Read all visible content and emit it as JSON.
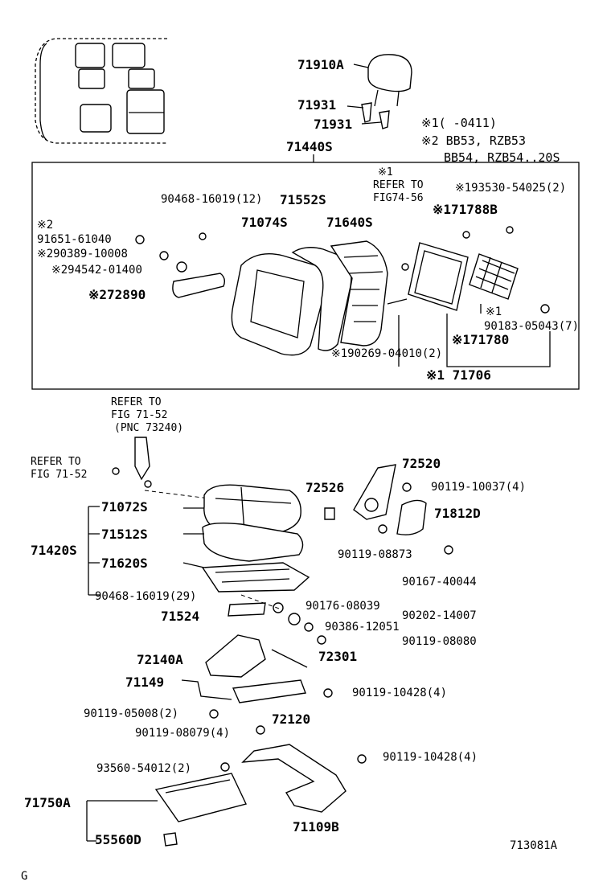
{
  "notes": {
    "n1": "※1(    -0411)",
    "n2_line1": "※2 BB53, RZB53",
    "n2_line2": "BB54, RZB54..20S"
  },
  "refs": {
    "fig74_line1": "REFER TO",
    "fig74_line2": "FIG74-56",
    "fig74_mark": "※1",
    "fig71_top_line1": "REFER TO",
    "fig71_top_line2": "FIG 71-52",
    "fig71_top_line3": "(PNC 73240)",
    "fig71_side_line1": "REFER TO",
    "fig71_side_line2": "FIG 71-52"
  },
  "labels": {
    "p71910A": "71910A",
    "p71931a": "71931",
    "p71931b": "71931",
    "p71440S": "71440S",
    "p90468_16019_12": "90468-16019(12)",
    "p71552S": "71552S",
    "p71074S": "71074S",
    "p71640S": "71640S",
    "p93530": "※193530-54025(2)",
    "p71788B": "※171788B",
    "p91651_mark": "※2",
    "p91651": "91651-61040",
    "p90389": "※290389-10008",
    "p94542": "※294542-01400",
    "p72890": "※272890",
    "p90183_mark": "※1",
    "p90183": "90183-05043(7)",
    "p71780": "※171780",
    "p90269": "※190269-04010(2)",
    "p71706": "※1 71706",
    "p72520": "72520",
    "p72526": "72526",
    "p90119_10037": "90119-10037(4)",
    "p71812D": "71812D",
    "p71072S": "71072S",
    "p71512S": "71512S",
    "p71420S": "71420S",
    "p71620S": "71620S",
    "p90468_16019_29": "90468-16019(29)",
    "p90119_08873": "90119-08873",
    "p90167_40044": "90167-40044",
    "p90176_08039": "90176-08039",
    "p71524": "71524",
    "p90202_14007": "90202-14007",
    "p90386_12051": "90386-12051",
    "p90119_08080": "90119-08080",
    "p72140A": "72140A",
    "p72301": "72301",
    "p71149": "71149",
    "p90119_10428a": "90119-10428(4)",
    "p90119_05008": "90119-05008(2)",
    "p72120": "72120",
    "p90119_08079": "90119-08079(4)",
    "p93560": "93560-54012(2)",
    "p90119_10428b": "90119-10428(4)",
    "p71750A": "71750A",
    "p71109B": "71109B",
    "p55560D": "55560D"
  },
  "footer": {
    "code": "713081A",
    "corner": "G"
  }
}
